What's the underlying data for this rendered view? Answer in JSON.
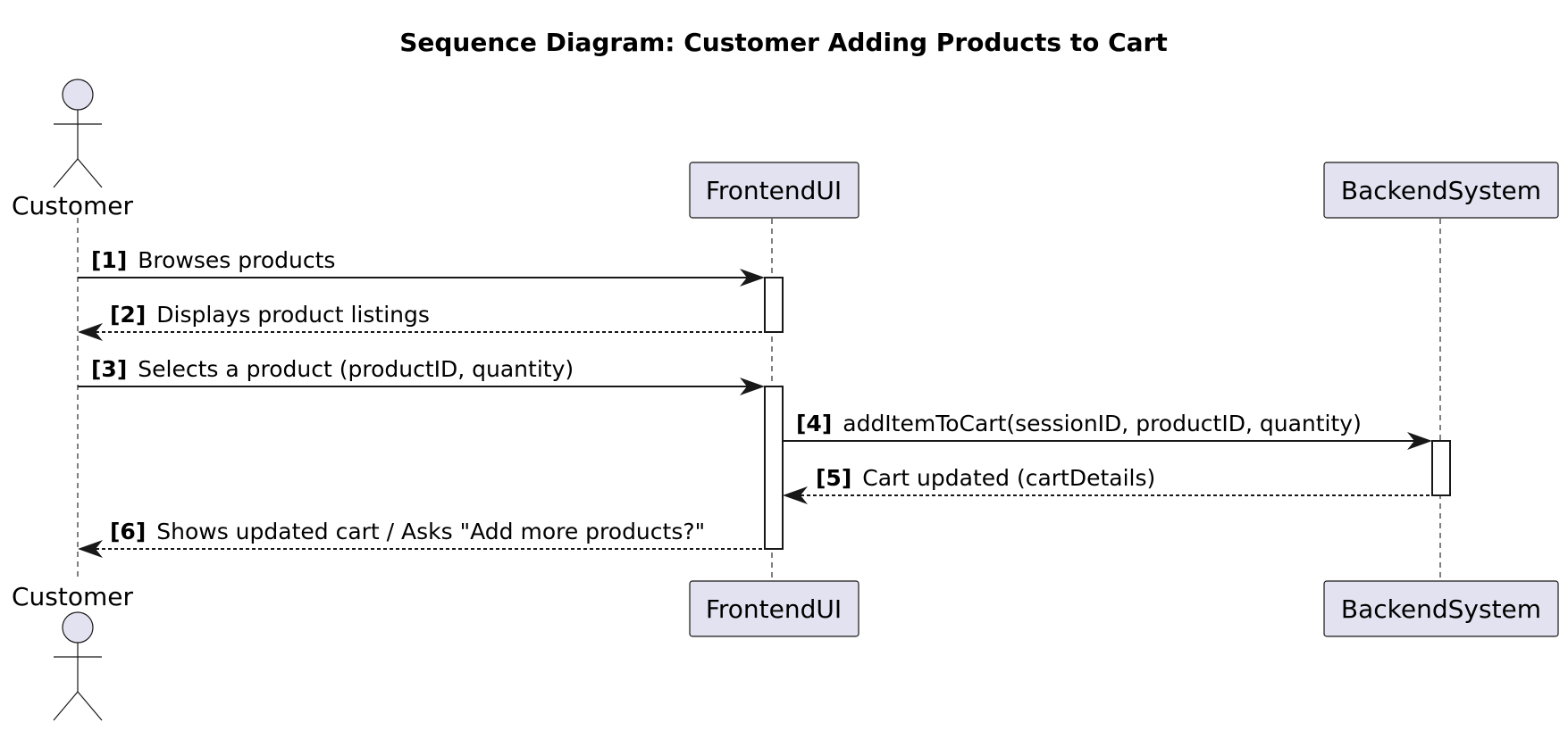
{
  "diagram": {
    "title": "Sequence Diagram: Customer Adding Products to Cart",
    "participants": [
      {
        "id": "customer",
        "label": "Customer",
        "kind": "actor"
      },
      {
        "id": "frontend",
        "label": "FrontendUI",
        "kind": "participant"
      },
      {
        "id": "backend",
        "label": "BackendSystem",
        "kind": "participant"
      }
    ],
    "messages": [
      {
        "num": "[1]",
        "text": "Browses products",
        "from": "customer",
        "to": "frontend",
        "style": "solid"
      },
      {
        "num": "[2]",
        "text": "Displays product listings",
        "from": "frontend",
        "to": "customer",
        "style": "dashed"
      },
      {
        "num": "[3]",
        "text": "Selects a product (productID, quantity)",
        "from": "customer",
        "to": "frontend",
        "style": "solid"
      },
      {
        "num": "[4]",
        "text": "addItemToCart(sessionID, productID, quantity)",
        "from": "frontend",
        "to": "backend",
        "style": "solid"
      },
      {
        "num": "[5]",
        "text": "Cart updated (cartDetails)",
        "from": "backend",
        "to": "frontend",
        "style": "dashed"
      },
      {
        "num": "[6]",
        "text": "Shows updated cart / Asks \"Add more products?\"",
        "from": "frontend",
        "to": "customer",
        "style": "dashed"
      }
    ],
    "activations": [
      {
        "participant": "frontend",
        "from_message": 1,
        "to_message": 2
      },
      {
        "participant": "frontend",
        "from_message": 3,
        "to_message": 6
      },
      {
        "participant": "backend",
        "from_message": 4,
        "to_message": 5
      }
    ]
  }
}
